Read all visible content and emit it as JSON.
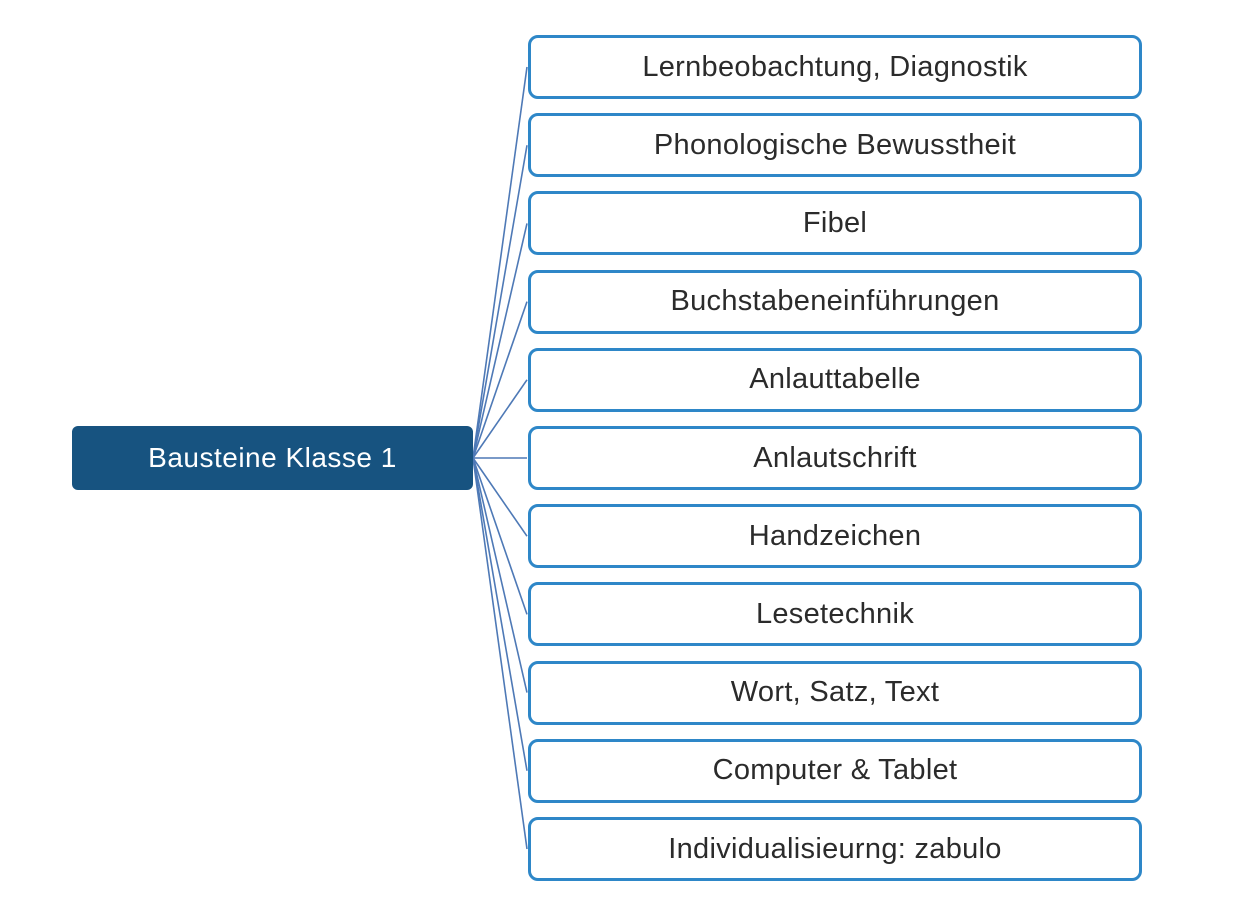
{
  "diagram": {
    "type": "hierarchy-mindmap",
    "root": {
      "label": "Bausteine Klasse 1"
    },
    "children": [
      {
        "label": "Lernbeobachtung, Diagnostik"
      },
      {
        "label": "Phonologische Bewusstheit"
      },
      {
        "label": "Fibel"
      },
      {
        "label": "Buchstabeneinführungen"
      },
      {
        "label": "Anlauttabelle"
      },
      {
        "label": "Anlautschrift"
      },
      {
        "label": "Handzeichen"
      },
      {
        "label": "Lesetechnik"
      },
      {
        "label": "Wort, Satz, Text"
      },
      {
        "label": "Computer & Tablet"
      },
      {
        "label": "Individualisieurng: zabulo"
      }
    ],
    "colors": {
      "root_fill": "#175380",
      "root_text": "#FFFFFF",
      "child_border": "#2E87C8",
      "child_fill": "#FFFFFF",
      "child_text": "#2B2B2B",
      "connector": "#4E79B6"
    }
  }
}
